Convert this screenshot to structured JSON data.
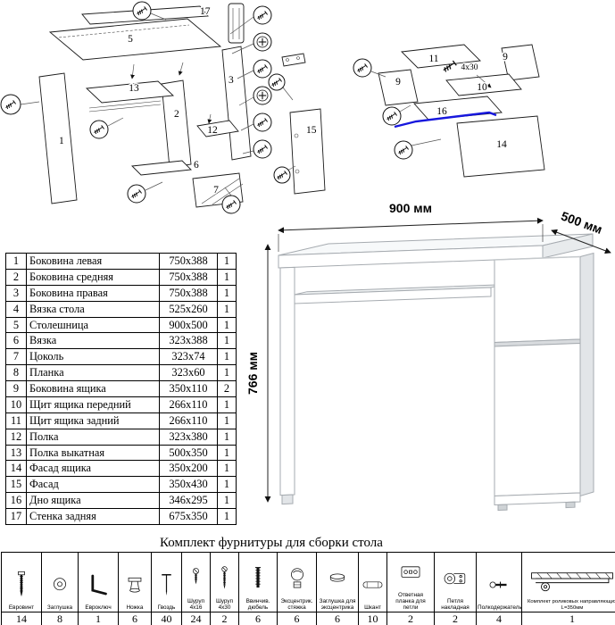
{
  "diagram_main": {
    "labels": {
      "p1": "1",
      "p2": "2",
      "p3": "3",
      "p5": "5",
      "p6": "6",
      "p7": "7",
      "p12": "12",
      "p13": "13",
      "p15": "15",
      "p17": "17"
    }
  },
  "diagram_drawer": {
    "labels": {
      "p9_left": "9",
      "p9_right": "9",
      "p10": "10",
      "p11": "11",
      "p14": "14",
      "p16": "16",
      "screw_note": "4х30"
    }
  },
  "desk": {
    "dim_width": "900 мм",
    "dim_depth": "500 мм",
    "dim_height": "766 мм"
  },
  "parts_table": {
    "rows": [
      {
        "n": "1",
        "name": "Боковина левая",
        "size": "750x388",
        "qty": "1"
      },
      {
        "n": "2",
        "name": "Боковина средняя",
        "size": "750x388",
        "qty": "1"
      },
      {
        "n": "3",
        "name": "Боковина правая",
        "size": "750x388",
        "qty": "1"
      },
      {
        "n": "4",
        "name": "Вязка стола",
        "size": "525x260",
        "qty": "1"
      },
      {
        "n": "5",
        "name": "Столешница",
        "size": "900x500",
        "qty": "1"
      },
      {
        "n": "6",
        "name": "Вязка",
        "size": "323x388",
        "qty": "1"
      },
      {
        "n": "7",
        "name": "Цоколь",
        "size": "323x74",
        "qty": "1"
      },
      {
        "n": "8",
        "name": "Планка",
        "size": "323x60",
        "qty": "1"
      },
      {
        "n": "9",
        "name": "Боковина ящика",
        "size": "350x110",
        "qty": "2"
      },
      {
        "n": "10",
        "name": "Щит ящика передний",
        "size": "266x110",
        "qty": "1"
      },
      {
        "n": "11",
        "name": "Щит ящика задний",
        "size": "266x110",
        "qty": "1"
      },
      {
        "n": "12",
        "name": "Полка",
        "size": "323x380",
        "qty": "1"
      },
      {
        "n": "13",
        "name": "Полка выкатная",
        "size": "500x350",
        "qty": "1"
      },
      {
        "n": "14",
        "name": "Фасад ящика",
        "size": "350x200",
        "qty": "1"
      },
      {
        "n": "15",
        "name": "Фасад",
        "size": "350x430",
        "qty": "1"
      },
      {
        "n": "16",
        "name": "Дно ящика",
        "size": "346x295",
        "qty": "1"
      },
      {
        "n": "17",
        "name": "Стенка задняя",
        "size": "675x350",
        "qty": "1"
      }
    ]
  },
  "hardware": {
    "title": "Комплект фурнитуры для сборки стола",
    "items": [
      {
        "label": "Евровинт",
        "qty": "14",
        "icon": "confirmat-screw-icon"
      },
      {
        "label": "Заглушка",
        "qty": "8",
        "icon": "screw-cap-icon"
      },
      {
        "label": "Евроключ",
        "qty": "1",
        "icon": "hex-key-icon"
      },
      {
        "label": "Ножка",
        "qty": "6",
        "icon": "furniture-leg-icon"
      },
      {
        "label": "Гвоздь",
        "qty": "40",
        "icon": "nail-icon"
      },
      {
        "label": "Шуруп 4х16",
        "qty": "24",
        "icon": "screw-short-icon"
      },
      {
        "label": "Шуруп 4х30",
        "qty": "2",
        "icon": "screw-long-icon"
      },
      {
        "label": "Ввинчив. дюбель",
        "qty": "6",
        "icon": "threaded-dowel-icon"
      },
      {
        "label": "Эксцентрик. стяжка",
        "qty": "6",
        "icon": "cam-lock-icon"
      },
      {
        "label": "Заглушка для эксцентрика",
        "qty": "6",
        "icon": "cam-cap-icon"
      },
      {
        "label": "Шкант",
        "qty": "10",
        "icon": "wood-dowel-icon"
      },
      {
        "label": "Ответная планка для петли",
        "qty": "2",
        "icon": "hinge-plate-icon"
      },
      {
        "label": "Петля накладная",
        "qty": "2",
        "icon": "hinge-icon"
      },
      {
        "label": "Полкодержатель",
        "qty": "4",
        "icon": "shelf-pin-icon"
      },
      {
        "label": "Комплект роликовых направляющих L=350мм",
        "qty": "1",
        "icon": "roller-guides-icon"
      }
    ]
  }
}
